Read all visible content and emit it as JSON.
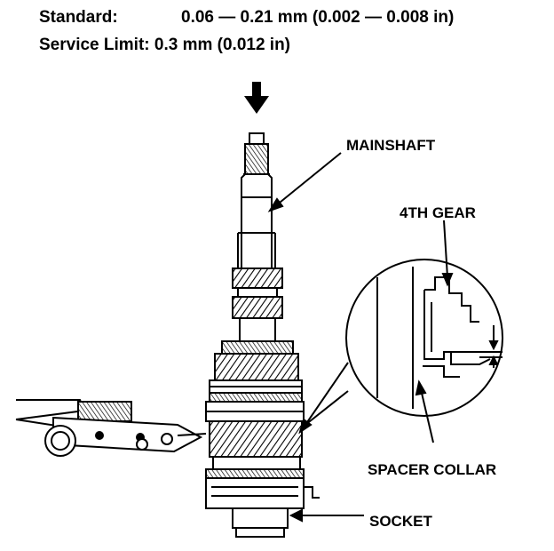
{
  "specs": {
    "standard_label": "Standard:",
    "standard_value": "0.06 — 0.21 mm (0.002 — 0.008 in)",
    "limit_label": "Service Limit:",
    "limit_value": "0.3 mm (0.012 in)"
  },
  "callouts": {
    "mainshaft": "MAINSHAFT",
    "fourth_gear": "4TH GEAR",
    "spacer_collar": "SPACER COLLAR",
    "socket": "SOCKET"
  },
  "colors": {
    "ink": "#000000",
    "paper": "#ffffff"
  }
}
